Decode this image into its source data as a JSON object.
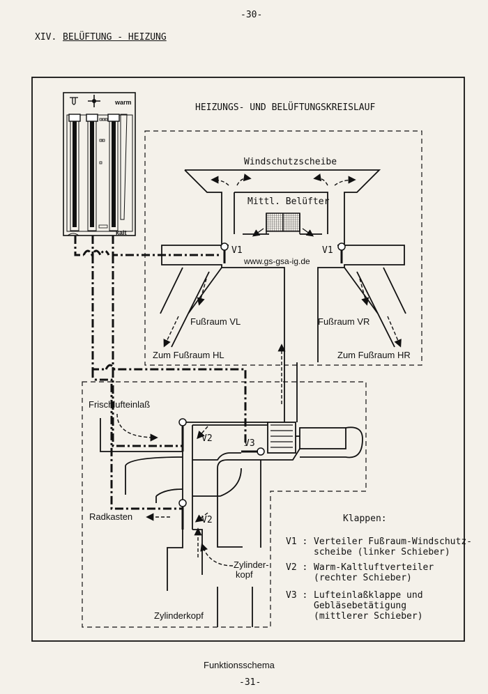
{
  "page_number_top": "-30-",
  "section_heading": {
    "number": "XIV.",
    "title": "BELÜFTUNG - HEIZUNG"
  },
  "diagram_title": "HEIZUNGS- UND BELÜFTUNGSKREISLAUF",
  "control_panel": {
    "warm_label": "warm",
    "kalt_label": "kalt"
  },
  "labels": {
    "windshield": "Windschutzscheibe",
    "center_vent": "Mittl. Belüfter",
    "v1_left": "V1",
    "v1_right": "V1",
    "website": "www.gs-gsa-ig.de",
    "footwell_vl": "Fußraum VL",
    "footwell_vr": "Fußraum VR",
    "to_footwell_hl": "Zum Fußraum HL",
    "to_footwell_hr": "Zum Fußraum HR",
    "fresh_air_inlet": "Frischlufteinlaß",
    "v2_upper": "V2",
    "v3": "V3",
    "wheel_arch": "Radkasten",
    "v2_lower": "V2",
    "cylinder_head_right_1": "Zylinder-",
    "cylinder_head_right_2": "kopf",
    "cylinder_head_bottom": "Zylinderkopf"
  },
  "legend": {
    "title": "Klappen:",
    "items": [
      {
        "key": "V1 :",
        "line1": "Verteiler Fußraum-Windschutz-",
        "line2": "scheibe (linker Schieber)"
      },
      {
        "key": "V2 :",
        "line1": "Warm-Kaltluftverteiler",
        "line2": "(rechter Schieber)"
      },
      {
        "key": "V3 :",
        "line1": "Lufteinlaßklappe und",
        "line2": "Gebläsebetätigung",
        "line3": "(mittlerer Schieber)"
      }
    ]
  },
  "caption": "Funktionsschema",
  "page_number_bottom": "-31-"
}
